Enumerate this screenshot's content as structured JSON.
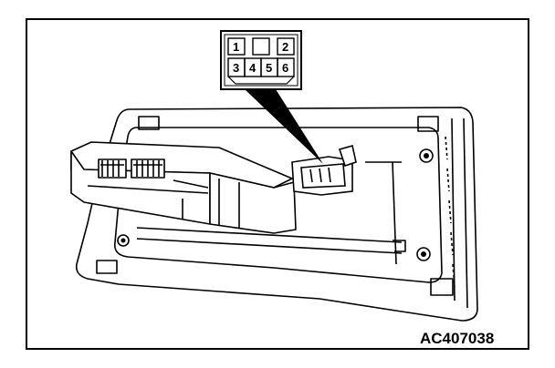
{
  "connector": {
    "pins_top": [
      "1",
      "",
      "2"
    ],
    "pins_bottom": [
      "3",
      "4",
      "5",
      "6"
    ]
  },
  "figure": {
    "id": "AC407038"
  }
}
